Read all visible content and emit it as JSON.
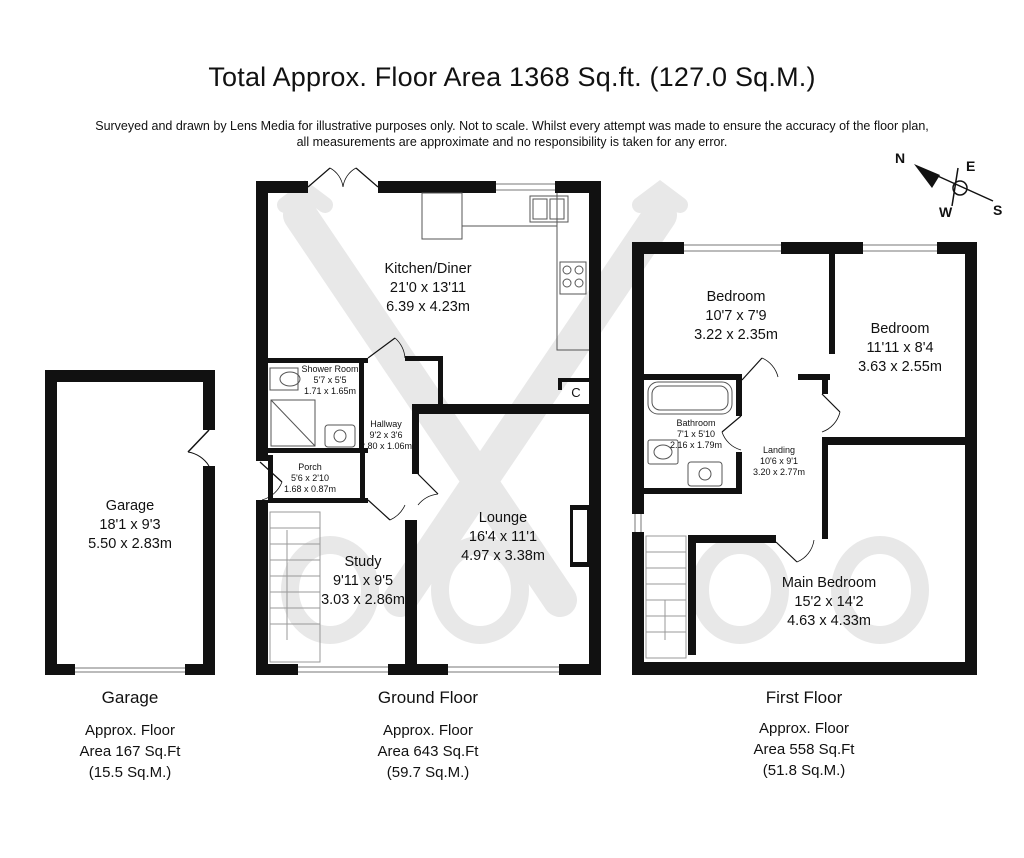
{
  "header": {
    "title": "Total Approx. Floor Area 1368 Sq.ft. (127.0 Sq.M.)",
    "disclaimer_line1": "Surveyed and drawn by Lens Media for illustrative purposes only. Not to scale. Whilst every attempt was made to ensure the accuracy of the floor plan,",
    "disclaimer_line2": "all measurements are approximate and no responsibility is taken for any error."
  },
  "compass": {
    "n": "N",
    "e": "E",
    "s": "S",
    "w": "W"
  },
  "rooms": {
    "kitchen": {
      "name": "Kitchen/Diner",
      "imperial": "21'0 x 13'11",
      "metric": "6.39 x 4.23m"
    },
    "shower": {
      "name": "Shower Room",
      "imperial": "5'7 x 5'5",
      "metric": "1.71 x 1.65m"
    },
    "hallway": {
      "name": "Hallway",
      "imperial": "9'2 x 3'6",
      "metric": "2.80 x 1.06m"
    },
    "porch": {
      "name": "Porch",
      "imperial": "5'6 x 2'10",
      "metric": "1.68 x 0.87m"
    },
    "lounge": {
      "name": "Lounge",
      "imperial": "16'4 x 11'1",
      "metric": "4.97 x 3.38m"
    },
    "study": {
      "name": "Study",
      "imperial": "9'11 x 9'5",
      "metric": "3.03 x 2.86m"
    },
    "garage": {
      "name": "Garage",
      "imperial": "18'1 x 9'3",
      "metric": "5.50 x 2.83m"
    },
    "bedroom1": {
      "name": "Bedroom",
      "imperial": "10'7 x 7'9",
      "metric": "3.22 x 2.35m"
    },
    "bedroom2": {
      "name": "Bedroom",
      "imperial": "11'11 x 8'4",
      "metric": "3.63 x 2.55m"
    },
    "bathroom": {
      "name": "Bathroom",
      "imperial": "7'1 x 5'10",
      "metric": "2.16 x 1.79m"
    },
    "landing": {
      "name": "Landing",
      "imperial": "10'6 x 9'1",
      "metric": "3.20 x 2.77m"
    },
    "main_bed": {
      "name": "Main Bedroom",
      "imperial": "15'2 x 14'2",
      "metric": "4.63 x 4.33m"
    },
    "cupboard": {
      "name": "C"
    }
  },
  "floors": {
    "garage": {
      "name": "Garage",
      "line1": "Approx. Floor",
      "line2": "Area 167 Sq.Ft",
      "line3": "(15.5 Sq.M.)"
    },
    "ground": {
      "name": "Ground Floor",
      "line1": "Approx. Floor",
      "line2": "Area 643 Sq.Ft",
      "line3": "(59.7 Sq.M.)"
    },
    "first": {
      "name": "First Floor",
      "line1": "Approx. Floor",
      "line2": "Area 558 Sq.Ft",
      "line3": "(51.8 Sq.M.)"
    }
  },
  "colors": {
    "wall": "#111111",
    "watermark": "#e8e8e8",
    "fixture": "#555555"
  }
}
